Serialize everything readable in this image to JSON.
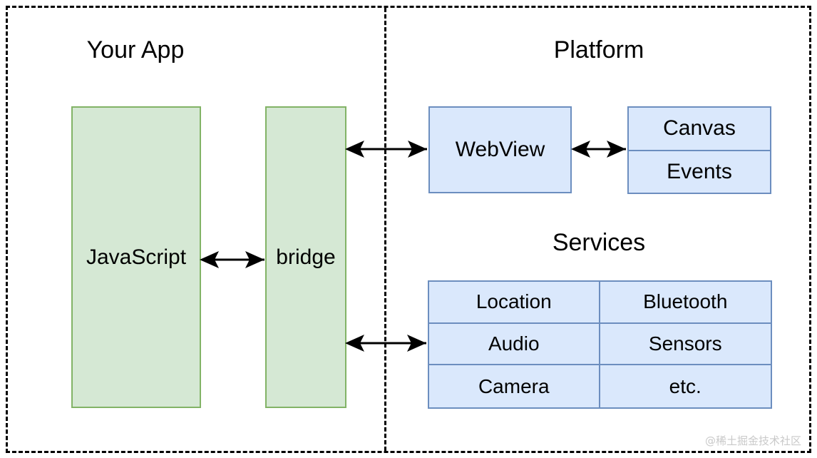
{
  "diagram": {
    "sections": {
      "your_app": "Your App",
      "platform": "Platform",
      "services": "Services"
    },
    "app_boxes": [
      {
        "label": "JavaScript"
      },
      {
        "label": "bridge"
      }
    ],
    "platform_boxes": [
      {
        "label": "WebView"
      }
    ],
    "canvas_events": [
      {
        "label": "Canvas"
      },
      {
        "label": "Events"
      }
    ],
    "services_grid": {
      "rows": [
        [
          "Location",
          "Bluetooth"
        ],
        [
          "Audio",
          "Sensors"
        ],
        [
          "Camera",
          "etc."
        ]
      ]
    },
    "connections": [
      {
        "from": "JavaScript",
        "to": "bridge",
        "type": "double-arrow"
      },
      {
        "from": "bridge",
        "to": "WebView",
        "type": "double-arrow"
      },
      {
        "from": "WebView",
        "to": "Canvas/Events",
        "type": "double-arrow"
      },
      {
        "from": "bridge",
        "to": "Services",
        "type": "double-arrow"
      }
    ],
    "colors": {
      "app_fill": "#d5e8d4",
      "app_stroke": "#82b366",
      "platform_fill": "#dae8fc",
      "platform_stroke": "#6c8ebf",
      "frame_stroke": "#000000",
      "text": "#000000",
      "watermark": "#c9c9c9"
    }
  },
  "watermark": {
    "text": "@稀土掘金技术社区"
  }
}
